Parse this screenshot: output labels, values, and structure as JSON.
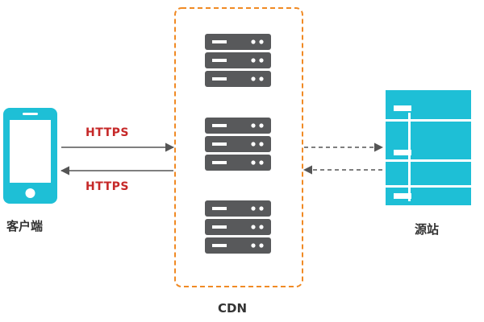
{
  "nodes": {
    "client": {
      "label": "客户端",
      "icon": "smartphone-icon"
    },
    "cdn": {
      "label": "CDN",
      "icon": "server-rack-icon",
      "server_count": 3
    },
    "origin": {
      "label": "源站",
      "icon": "server-rack-icon"
    }
  },
  "connections": {
    "request": {
      "label": "HTTPS",
      "direction": "client-to-cdn"
    },
    "response": {
      "label": "HTTPS",
      "direction": "cdn-to-client"
    },
    "origin_fetch": {
      "label": "",
      "direction": "cdn-to-origin",
      "style": "dashed"
    },
    "origin_return": {
      "label": "",
      "direction": "origin-to-cdn",
      "style": "dashed"
    }
  },
  "colors": {
    "accent": "#1ebfd6",
    "server": "#58595b",
    "cdn_border": "#f08a24",
    "arrow": "#555555",
    "protocol_text": "#c62828",
    "node_text": "#333333"
  }
}
